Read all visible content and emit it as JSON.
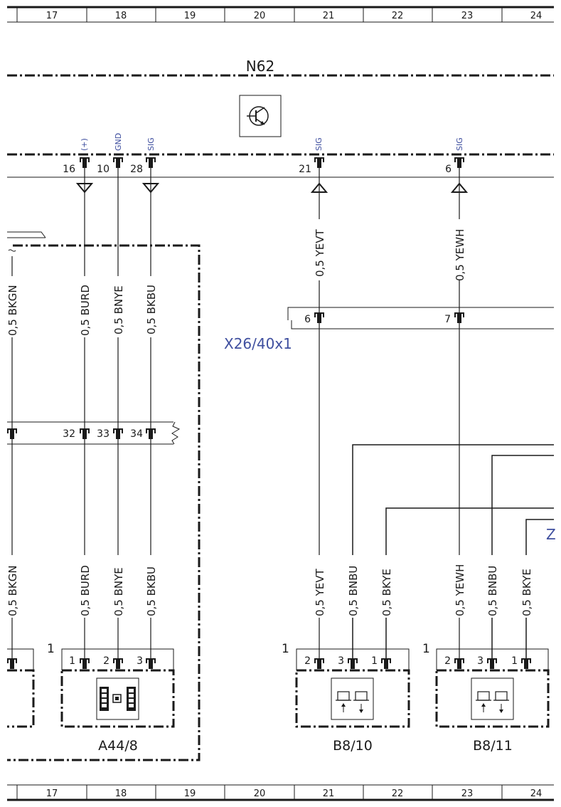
{
  "ruler": {
    "cells": [
      "17",
      "18",
      "19",
      "20",
      "21",
      "22",
      "23",
      "24"
    ]
  },
  "module": {
    "name": "N62",
    "pins": [
      {
        "no": "16",
        "sig": "(+)"
      },
      {
        "no": "10",
        "sig": "GND"
      },
      {
        "no": "28",
        "sig": "SIG"
      },
      {
        "no": "21",
        "sig": "SIG"
      },
      {
        "no": "6",
        "sig": "SIG"
      }
    ]
  },
  "connectors": {
    "x26": {
      "name": "X26/40x1",
      "pins": [
        "6",
        "7"
      ]
    },
    "mid": {
      "pins": [
        "32",
        "33",
        "34"
      ]
    }
  },
  "wires": {
    "upper": [
      "0,5 BKGN",
      "0,5 BURD",
      "0,5 BNYE",
      "0,5 BKBU",
      "0,5 YEVT",
      "0,5 YEWH"
    ],
    "lower": [
      "0,5 BKGN",
      "0,5 BURD",
      "0,5 BNYE",
      "0,5 BKBU",
      "0,5 YEVT",
      "0,5 BNBU",
      "0,5 BKYE",
      "0,5 YEWH",
      "0,5 BNBU",
      "0,5 BKYE"
    ]
  },
  "components": [
    {
      "name": "A44/8",
      "marker": "1",
      "pins": [
        "1",
        "2",
        "3"
      ]
    },
    {
      "name": "B8/10",
      "marker": "1",
      "pins": [
        "2",
        "3",
        "1"
      ]
    },
    {
      "name": "B8/11",
      "marker": "1",
      "pins": [
        "2",
        "3",
        "1"
      ]
    }
  ],
  "edge_label": "Z"
}
